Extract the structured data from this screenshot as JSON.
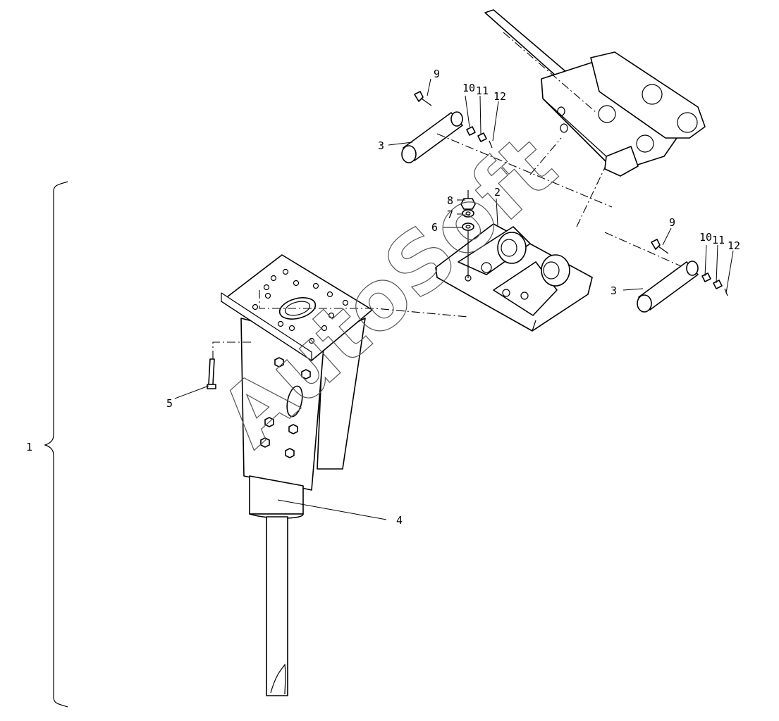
{
  "callouts": {
    "c1": "1",
    "c2": "2",
    "c3a": "3",
    "c3b": "3",
    "c4": "4",
    "c5": "5",
    "c6": "6",
    "c7": "7",
    "c8": "8",
    "c9a": "9",
    "c9b": "9",
    "c10a": "10",
    "c10b": "10",
    "c11a": "11",
    "c11b": "11",
    "c12a": "12",
    "c12b": "12"
  },
  "watermark": "AutoSoft"
}
